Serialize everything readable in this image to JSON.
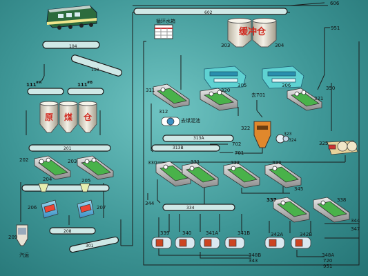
{
  "labels": {
    "l606": "606",
    "l602": "602",
    "l951a": "951",
    "l951b": "951",
    "water": "循环水箱",
    "buffer": "缓冲仓",
    "l303": "303",
    "l304": "304",
    "l104": "104",
    "l110": "110",
    "l111a": "111",
    "l111b": "111",
    "supA": "#A",
    "supB": "#B",
    "raw1": "原",
    "raw2": "煤",
    "raw3": "仓",
    "l305": "305",
    "l306": "306",
    "l311": "311",
    "l320": "320",
    "l321": "321",
    "l350": "350",
    "l312": "312",
    "toSlime": "去煤泥池",
    "to701a": "去701",
    "l322": "322",
    "l323": "323",
    "l324": "324",
    "l325": "325",
    "l313a": "313A",
    "l313b": "313B",
    "l702": "702",
    "l701": "701",
    "l201": "201",
    "l202": "202",
    "l203": "203",
    "l204": "204",
    "l205": "205",
    "l206": "206",
    "l207": "207",
    "l208": "208",
    "l209": "209",
    "l301": "301",
    "car": "汽运",
    "l330": "330",
    "l331": "331",
    "l332": "332",
    "l333": "333",
    "l345": "345",
    "l344": "344",
    "l337": "337",
    "l338": "338",
    "l347": "347",
    "l344r": "344",
    "l334": "334",
    "l339": "339",
    "l340": "340",
    "l341a": "341A",
    "l341b": "341B",
    "l342a": "342A",
    "l342b": "342B",
    "l348b": "348B",
    "l343": "343",
    "l348a": "348A",
    "l720": "720"
  },
  "colors": {
    "line": "#1b1b1b",
    "belt": "#d8d8d8",
    "screen": "#49b24a",
    "label_red": "#d0281e",
    "label_blue": "#1030c0",
    "silo": "#e9e4d4"
  }
}
